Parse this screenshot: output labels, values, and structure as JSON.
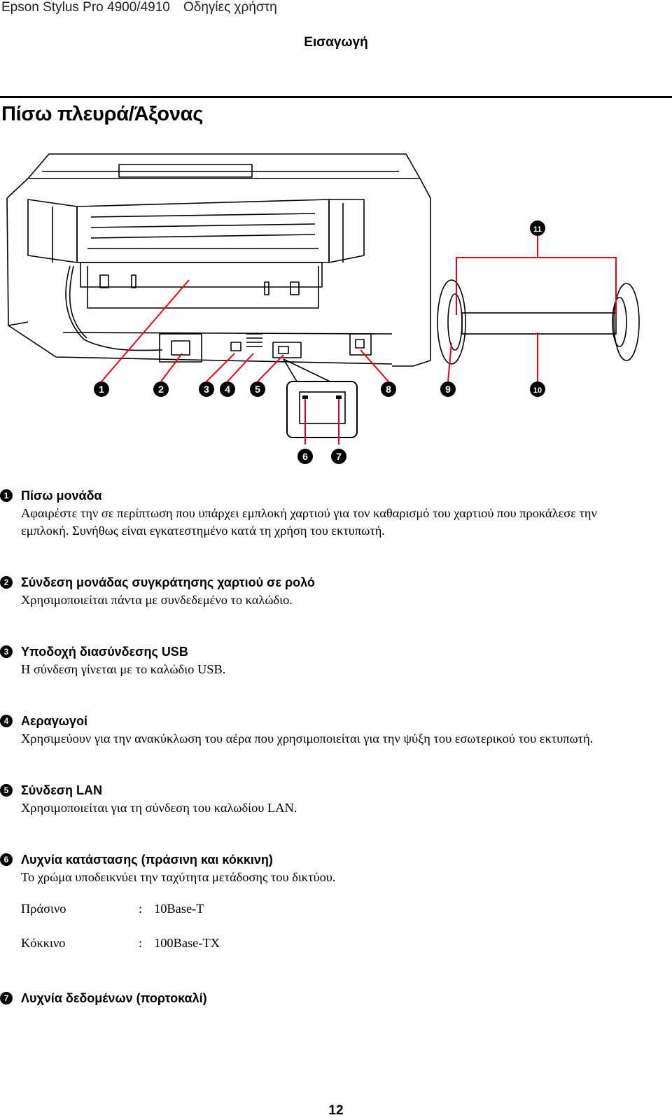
{
  "header": {
    "product": "Epson Stylus Pro 4900/4910",
    "section": "Οδηγίες χρήστη",
    "chapter": "Εισαγωγή"
  },
  "title": "Πίσω πλευρά/Άξονας",
  "figure": {
    "callouts": [
      "1",
      "2",
      "3",
      "4",
      "5",
      "6",
      "7",
      "8",
      "9",
      "10",
      "11"
    ]
  },
  "items": [
    {
      "num": "1",
      "heading": "Πίσω μονάδα",
      "lines": [
        "Αφαιρέστε την σε περίπτωση που υπάρχει εμπλοκή χαρτιού για τον καθαρισμό του χαρτιού που προκάλεσε την",
        "εμπλοκή. Συνήθως είναι εγκατεστημένο κατά τη χρήση του εκτυπωτή."
      ]
    },
    {
      "num": "2",
      "heading": "Σύνδεση μονάδας συγκράτησης χαρτιού σε ρολό",
      "lines": [
        "Χρησιμοποιείται πάντα με συνδεδεμένο το καλώδιο."
      ]
    },
    {
      "num": "3",
      "heading": "Υποδοχή διασύνδεσης USB",
      "lines": [
        "Η σύνδεση γίνεται με το καλώδιο USB."
      ]
    },
    {
      "num": "4",
      "heading": "Αεραγωγοί",
      "lines": [
        "Χρησιμεύουν για την ανακύκλωση του αέρα που χρησιμοποιείται για την ψύξη του εσωτερικού του εκτυπωτή."
      ]
    },
    {
      "num": "5",
      "heading": "Σύνδεση LAN",
      "lines": [
        "Χρησιμοποιείται για τη σύνδεση του καλωδίου LAN."
      ]
    },
    {
      "num": "6",
      "heading": "Λυχνία κατάστασης (πράσινη και κόκκινη)",
      "lines": [
        "Το χρώμα υποδεικνύει την ταχύτητα μετάδοσης του δικτύου."
      ]
    },
    {
      "num": "7",
      "heading": "Λυχνία δεδομένων (πορτοκαλί)",
      "lines": []
    }
  ],
  "status_table": [
    {
      "color": "Πράσινο",
      "sep": ":",
      "speed": "10Base-T"
    },
    {
      "color": "Κόκκινο",
      "sep": ":",
      "speed": "100Base-TX"
    }
  ],
  "page_number": "12",
  "colors": {
    "callout_line": "#e8001c",
    "callout_badge": "#000000"
  }
}
